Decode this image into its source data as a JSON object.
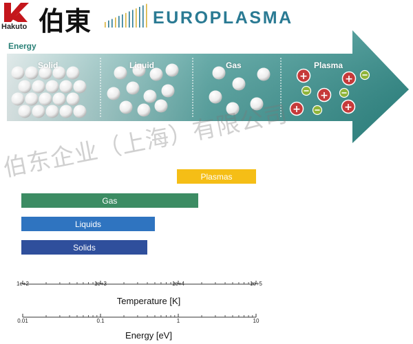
{
  "header": {
    "hakuto_wordmark": "Hakuto",
    "hakuto_kanji": "伯東",
    "europlasma": "EUROPLASMA"
  },
  "energy_diagram": {
    "axis_label": "Energy",
    "states": [
      {
        "label": "Solid"
      },
      {
        "label": "Liquid"
      },
      {
        "label": "Gas"
      },
      {
        "label": "Plasma"
      }
    ],
    "colors": {
      "arrow_teal": "#3f9694",
      "arrow_light": "#dfecec",
      "plus_ion": "#c63a3a",
      "minus_ion": "#8fb43a"
    }
  },
  "watermark": "伯东企业（上海）有限公司",
  "chart_data": {
    "type": "bar",
    "orientation": "horizontal",
    "bars": [
      {
        "label": "Plasmas",
        "temperature_K": [
          10000,
          100000
        ],
        "color": "#f5be16"
      },
      {
        "label": "Gas",
        "temperature_K": [
          100,
          18000
        ],
        "color": "#3c8c63"
      },
      {
        "label": "Liquids",
        "temperature_K": [
          100,
          5000
        ],
        "color": "#2f74c0"
      },
      {
        "label": "Solids",
        "temperature_K": [
          100,
          4000
        ],
        "color": "#2f4f9c"
      }
    ],
    "temperature_axis": {
      "label": "Temperature [K]",
      "scale": "log",
      "range": [
        100,
        100000
      ],
      "ticks": [
        "1e+2",
        "1e+3",
        "1e+4",
        "1e+5"
      ]
    },
    "energy_axis": {
      "label": "Energy [eV]",
      "scale": "log",
      "range": [
        0.01,
        10
      ],
      "ticks": [
        "0.01",
        "0.1",
        "1",
        "10"
      ]
    }
  }
}
